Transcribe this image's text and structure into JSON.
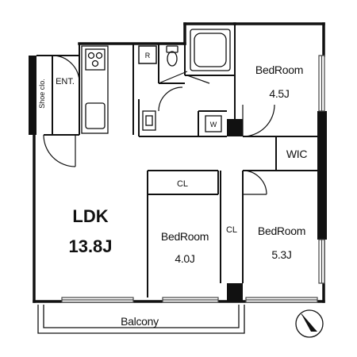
{
  "rooms": {
    "ldk": {
      "label": "LDK",
      "size": "13.8J"
    },
    "bedroom_top": {
      "label": "BedRoom",
      "size": "4.5J"
    },
    "bedroom_mid": {
      "label": "BedRoom",
      "size": "4.0J"
    },
    "bedroom_right": {
      "label": "BedRoom",
      "size": "5.3J"
    },
    "wic": {
      "label": "WIC"
    },
    "closet_mid": {
      "label": "CL"
    },
    "closet_side": {
      "label": "CL"
    },
    "entrance": {
      "label": "ENT."
    },
    "shoe_closet": {
      "label": "Shoe clo."
    },
    "balcony": {
      "label": "Balcony"
    },
    "refrigerator": {
      "label": "R"
    },
    "washer": {
      "label": "W"
    }
  },
  "colors": {
    "wall": "#111111",
    "background": "#ffffff",
    "window": "#444444"
  }
}
